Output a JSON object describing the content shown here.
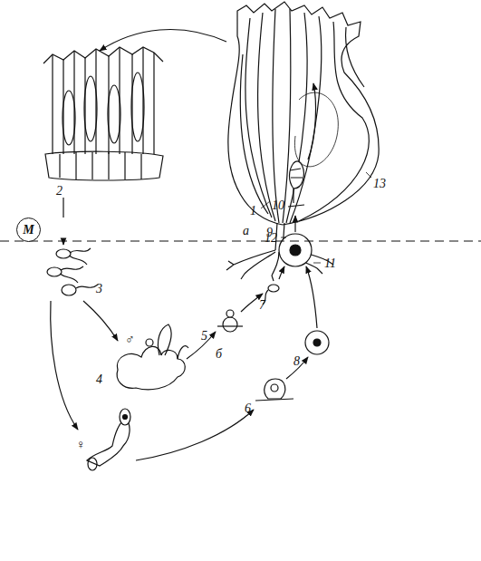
{
  "diagram": {
    "nodes": [
      {
        "text": [
          "М"
        ]
      }
    ],
    "labels": [
      "1",
      "12",
      "11",
      "13",
      "2",
      "а",
      "9",
      "10",
      "3",
      "б",
      "4",
      "♂",
      "5",
      "7",
      "8",
      "6",
      "♀"
    ]
  }
}
